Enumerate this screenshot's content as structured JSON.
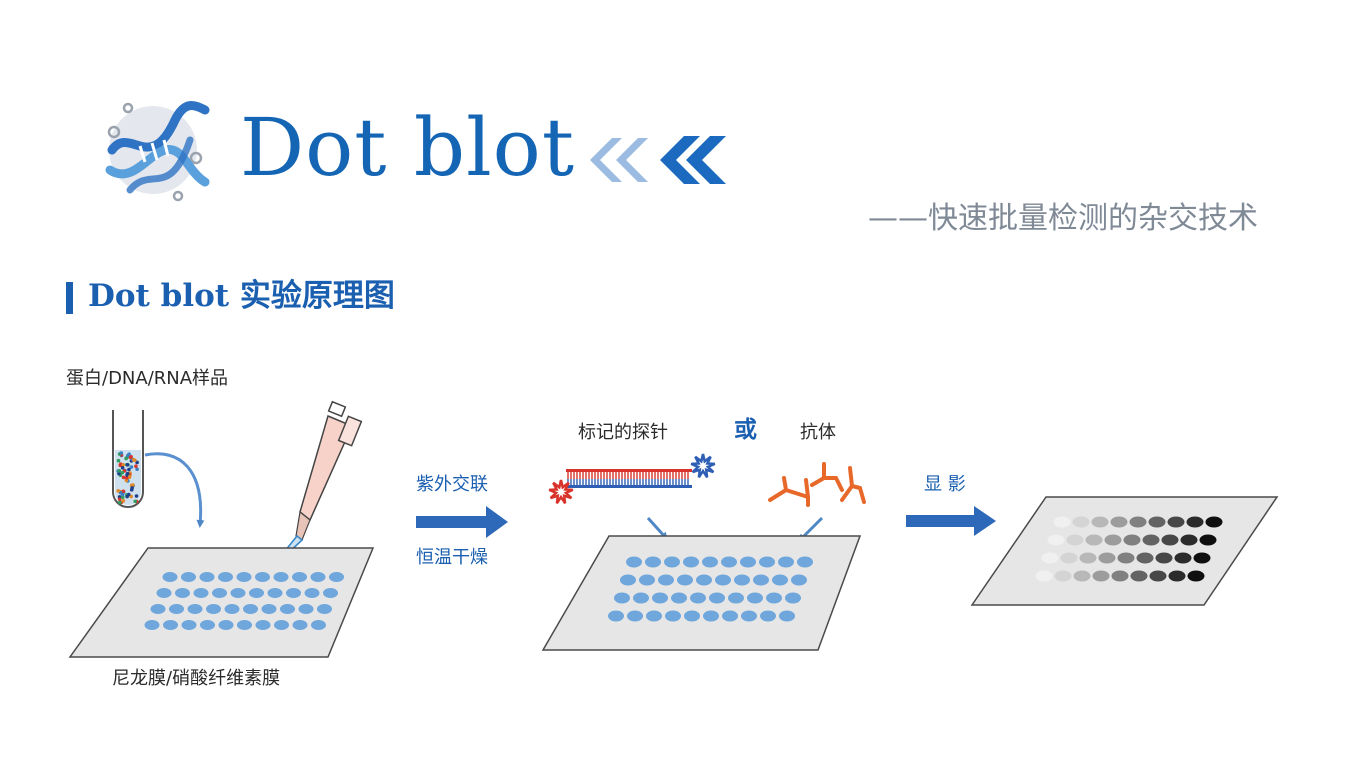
{
  "header": {
    "title": "Dot blot",
    "subtitle": "——快速批量检测的杂交技术"
  },
  "section": {
    "title_en": "Dot blot",
    "title_cn": "实验原理图"
  },
  "labels": {
    "sample": "蛋白/DNA/RNA样品",
    "membrane": "尼龙膜/硝酸纤维素膜",
    "crosslink": "紫外交联",
    "dry": "恒温干燥",
    "probe": "标记的探针",
    "or": "或",
    "antibody": "抗体",
    "develop": "显 影"
  },
  "icons": {
    "logo": "dna-helix-icon",
    "chevrons": "double-chevron-left-icon",
    "arrow": "arrow-right-icon",
    "tube": "test-tube-icon",
    "pipette": "pipette-icon",
    "antibody": "antibody-y-icon",
    "star": "burst-star-icon"
  },
  "colors": {
    "brand_blue": "#1565b5",
    "dot_blue": "#6fa6dc",
    "membrane_gray": "#e6e6e6",
    "antibody_orange": "#e8682a",
    "probe_red": "#d9342b",
    "probe_blue": "#2e5fb5"
  }
}
